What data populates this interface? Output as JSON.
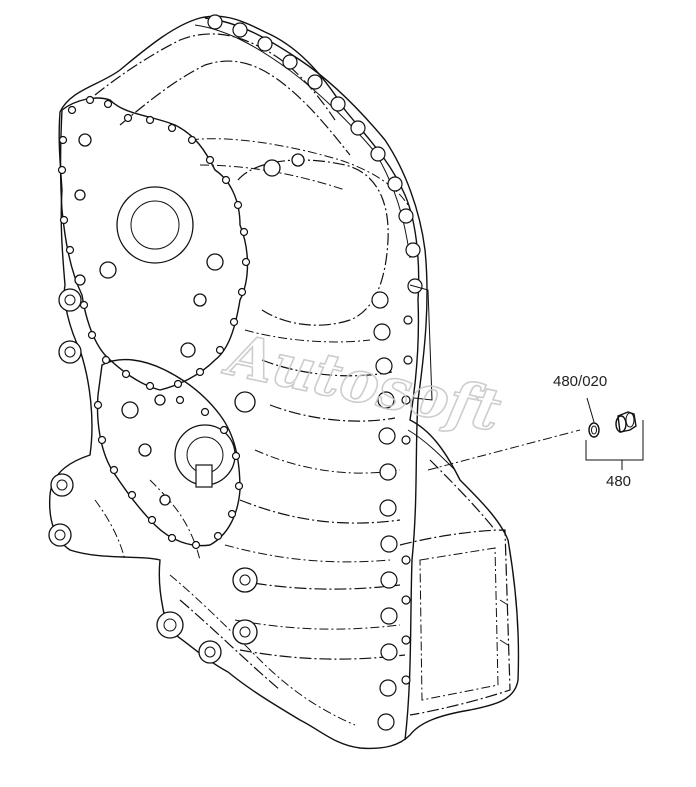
{
  "callouts": {
    "seal_ring": "480/020",
    "plug_assembly": "480"
  },
  "watermark": "Autosoft",
  "icons": {
    "gearbox_housing": "transmission-housing-drawing",
    "plug": "screw-plug-drawing",
    "seal": "o-ring-drawing"
  }
}
